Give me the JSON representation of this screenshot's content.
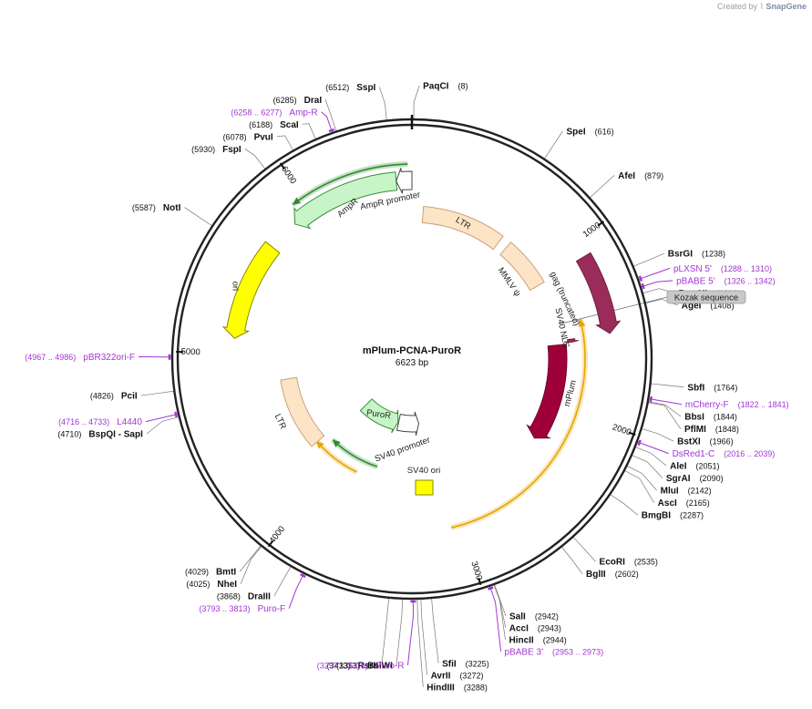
{
  "app": {
    "credit_prefix": "Created by",
    "credit_brand": "SnapGene"
  },
  "plasmid": {
    "name": "mPlum-PCNA-PuroR",
    "length_label": "6623 bp",
    "length_bp": 6623
  },
  "ticks": [
    {
      "bp": 1000,
      "label": "1000"
    },
    {
      "bp": 2000,
      "label": "2000"
    },
    {
      "bp": 3000,
      "label": "3000"
    },
    {
      "bp": 4000,
      "label": "4000"
    },
    {
      "bp": 5000,
      "label": "5000"
    },
    {
      "bp": 6000,
      "label": "6000"
    }
  ],
  "features": [
    {
      "name": "LTR",
      "label": "LTR",
      "start": 80,
      "end": 673,
      "strand": 0,
      "color": "#fde4c7",
      "stroke": "#c9a27a"
    },
    {
      "name": "MMLV psi",
      "label": "MMLV ψ",
      "start": 740,
      "end": 1100,
      "strand": 0,
      "color": "#fde4c7",
      "stroke": "#c9a27a"
    },
    {
      "name": "gag (truncated)",
      "label": "gag (truncated)",
      "start": 1090,
      "end": 1520,
      "strand": 1,
      "color": "#9b2c5a",
      "stroke": "#6e1e40"
    },
    {
      "name": "SV40 NLS",
      "label": "SV40 NLS",
      "start": 1525,
      "end": 1545,
      "strand": 1,
      "color": "#9b2c5a",
      "stroke": "#6e1e40"
    },
    {
      "name": "mPlum",
      "label": "mPlum",
      "start": 1555,
      "end": 2260,
      "strand": 1,
      "color": "#a0003a",
      "stroke": "#6c0027"
    },
    {
      "name": "SV40 ori",
      "label": "SV40 ori",
      "start": 3340,
      "end": 3400,
      "strand": 0,
      "color": "#ffff00",
      "stroke": "#8a8a00"
    },
    {
      "name": "SV40 promoter",
      "label": "SV40 promoter",
      "start": 3200,
      "end": 3530,
      "strand": -1,
      "color": "#ffffff",
      "stroke": "#444444"
    },
    {
      "name": "PuroR",
      "label": "PuroR",
      "start": 3540,
      "end": 4140,
      "strand": -1,
      "color": "#c7f5c7",
      "stroke": "#3d8a3d"
    },
    {
      "name": "LTR",
      "label": "LTR",
      "start": 4210,
      "end": 4800,
      "strand": 0,
      "color": "#fde4c7",
      "stroke": "#c9a27a"
    },
    {
      "name": "ori",
      "label": "ori",
      "start": 5090,
      "end": 5680,
      "strand": -1,
      "color": "#ffff00",
      "stroke": "#8a8a00"
    },
    {
      "name": "AmpR",
      "label": "AmpR",
      "start": 5870,
      "end": 6530,
      "strand": -1,
      "color": "#c7f5c7",
      "stroke": "#3d8a3d"
    },
    {
      "name": "AmpR promoter",
      "label": "AmpR promoter",
      "start": 6530,
      "end": 6623,
      "strand": -1,
      "color": "#ffffff",
      "stroke": "#444444"
    }
  ],
  "highlights": [
    {
      "name": "PCNA",
      "start": 1410,
      "end": 3070,
      "strand": -1,
      "color": "#e8a400"
    },
    {
      "name": "Puro-lower",
      "start": 3790,
      "end": 4220,
      "strand": 1,
      "color": "#e8a400"
    },
    {
      "name": "PuroR-inner",
      "start": 3640,
      "end": 4130,
      "strand": 1,
      "color": "#2e8b2e"
    },
    {
      "name": "AmpR-green",
      "start": 5930,
      "end": 6600,
      "strand": -1,
      "color": "#2e8b2e"
    }
  ],
  "sites": [
    {
      "name": "PaqCI",
      "pos": "(8)",
      "bp": 8,
      "side": "right"
    },
    {
      "name": "SpeI",
      "pos": "(616)",
      "bp": 616,
      "side": "right"
    },
    {
      "name": "AfeI",
      "pos": "(879)",
      "bp": 879,
      "side": "right"
    },
    {
      "name": "BsrGI",
      "pos": "(1238)",
      "bp": 1238,
      "side": "right"
    },
    {
      "name": "BamHI",
      "pos": "(1363)",
      "bp": 1363,
      "side": "right"
    },
    {
      "name": "AgeI",
      "pos": "(1408)",
      "bp": 1408,
      "side": "right"
    },
    {
      "name": "SbfI",
      "pos": "(1764)",
      "bp": 1764,
      "side": "right"
    },
    {
      "name": "BbsI",
      "pos": "(1844)",
      "bp": 1844,
      "side": "right"
    },
    {
      "name": "PflMI",
      "pos": "(1848)",
      "bp": 1848,
      "side": "right"
    },
    {
      "name": "BstXI",
      "pos": "(1966)",
      "bp": 1966,
      "side": "right"
    },
    {
      "name": "AleI",
      "pos": "(2051)",
      "bp": 2051,
      "side": "right"
    },
    {
      "name": "SgrAI",
      "pos": "(2090)",
      "bp": 2090,
      "side": "right"
    },
    {
      "name": "MluI",
      "pos": "(2142)",
      "bp": 2142,
      "side": "right"
    },
    {
      "name": "AscI",
      "pos": "(2165)",
      "bp": 2165,
      "side": "right"
    },
    {
      "name": "BmgBI",
      "pos": "(2287)",
      "bp": 2287,
      "side": "right"
    },
    {
      "name": "EcoRI",
      "pos": "(2535)",
      "bp": 2535,
      "side": "right"
    },
    {
      "name": "BglII",
      "pos": "(2602)",
      "bp": 2602,
      "side": "right"
    },
    {
      "name": "SalI",
      "pos": "(2942)",
      "bp": 2942,
      "side": "right"
    },
    {
      "name": "AccI",
      "pos": "(2943)",
      "bp": 2943,
      "side": "right"
    },
    {
      "name": "HincII",
      "pos": "(2944)",
      "bp": 2944,
      "side": "right"
    },
    {
      "name": "SfiI",
      "pos": "(3225)",
      "bp": 3225,
      "side": "right"
    },
    {
      "name": "AvrII",
      "pos": "(3272)",
      "bp": 3272,
      "side": "right"
    },
    {
      "name": "HindIII",
      "pos": "(3288)",
      "bp": 3288,
      "side": "right"
    },
    {
      "name": "BsiWI",
      "pos": "(3353)",
      "bp": 3353,
      "side": "left"
    },
    {
      "name": "RsrII",
      "pos": "(3413)",
      "bp": 3413,
      "side": "left"
    },
    {
      "name": "DraIII",
      "pos": "(3868)",
      "bp": 3868,
      "side": "left"
    },
    {
      "name": "NheI",
      "pos": "(4025)",
      "bp": 4025,
      "side": "left"
    },
    {
      "name": "BmtI",
      "pos": "(4029)",
      "bp": 4029,
      "side": "left"
    },
    {
      "name": "BspQI - SapI",
      "pos": "(4710)",
      "bp": 4710,
      "side": "left"
    },
    {
      "name": "PciI",
      "pos": "(4826)",
      "bp": 4826,
      "side": "left"
    },
    {
      "name": "NotI",
      "pos": "(5587)",
      "bp": 5587,
      "side": "left"
    },
    {
      "name": "FspI",
      "pos": "(5930)",
      "bp": 5930,
      "side": "left"
    },
    {
      "name": "PvuI",
      "pos": "(6078)",
      "bp": 6078,
      "side": "left"
    },
    {
      "name": "ScaI",
      "pos": "(6188)",
      "bp": 6188,
      "side": "left"
    },
    {
      "name": "DraI",
      "pos": "(6285)",
      "bp": 6285,
      "side": "left"
    },
    {
      "name": "SspI",
      "pos": "(6512)",
      "bp": 6512,
      "side": "left"
    }
  ],
  "primers": [
    {
      "name": "pLXSN 5'",
      "pos": "(1288 .. 1310)",
      "bp": 1299,
      "side": "right"
    },
    {
      "name": "pBABE 5'",
      "pos": "(1326 .. 1342)",
      "bp": 1334,
      "side": "right"
    },
    {
      "name": "mCherry-F",
      "pos": "(1822 .. 1841)",
      "bp": 1831,
      "side": "right"
    },
    {
      "name": "DsRed1-C",
      "pos": "(2016 .. 2039)",
      "bp": 2027,
      "side": "right"
    },
    {
      "name": "pBABE 3'",
      "pos": "(2953 .. 2973)",
      "bp": 2963,
      "side": "right"
    },
    {
      "name": "Puro-R",
      "pos": "(3297 .. 3316)",
      "bp": 3306,
      "side": "left"
    },
    {
      "name": "Puro-F",
      "pos": "(3793 .. 3813)",
      "bp": 3803,
      "side": "left"
    },
    {
      "name": "L4440",
      "pos": "(4716 .. 4733)",
      "bp": 4724,
      "side": "left"
    },
    {
      "name": "pBR322ori-F",
      "pos": "(4967 .. 4986)",
      "bp": 4976,
      "side": "left"
    },
    {
      "name": "Amp-R",
      "pos": "(6258 .. 6277)",
      "bp": 6267,
      "side": "left"
    }
  ],
  "feature_tag": {
    "label": "Kozak sequence",
    "bp": 1410
  }
}
